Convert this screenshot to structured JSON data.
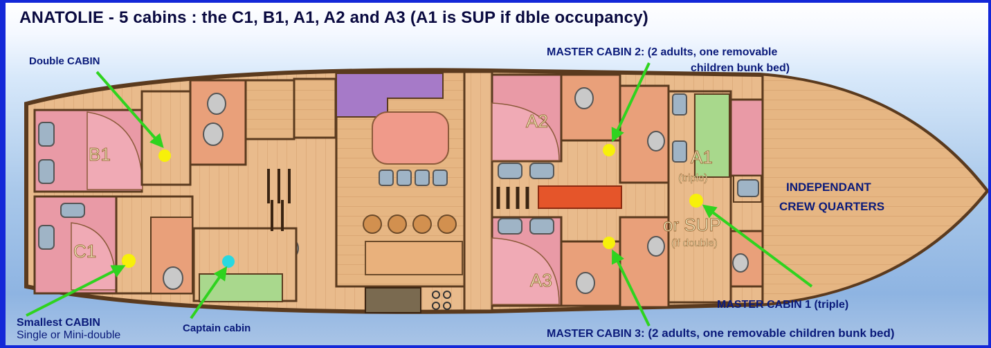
{
  "title": "ANATOLIE  -  5 cabins : the C1, B1, A1, A2 and A3 (A1 is SUP if dble occupancy)",
  "labels": {
    "double_cabin": "Double CABIN",
    "master2_bold": "MASTER CABIN 2",
    "master2_text": ": (2 adults, one removable",
    "master2_text2": "children bunk bed)",
    "master1": "MASTER CABIN 1 (triple)",
    "master3_bold": "MASTER CABIN 3",
    "master3_text": ": (2 adults, one removable children bunk bed)",
    "smallest": "Smallest CABIN",
    "smallest_sub": "Single or Mini-double",
    "captain": "Captain cabin"
  },
  "rooms": {
    "b1": "B1",
    "c1": "C1",
    "a2": "A2",
    "a3": "A3",
    "a1": "A1",
    "a1_sub": "(triple)",
    "sup": "or SUP",
    "sup_sub": "(if double)",
    "crew1": "INDEPENDANT",
    "crew2": "CREW QUARTERS"
  },
  "colors": {
    "frame": "#1428d8",
    "deck": "#e8b987",
    "pink": "#e89aa2",
    "purple": "#a67ac8",
    "green": "#a8d88c",
    "marker_yellow": "#f7f00a",
    "marker_cyan": "#29d8e0",
    "arrow": "#2fd31f"
  }
}
